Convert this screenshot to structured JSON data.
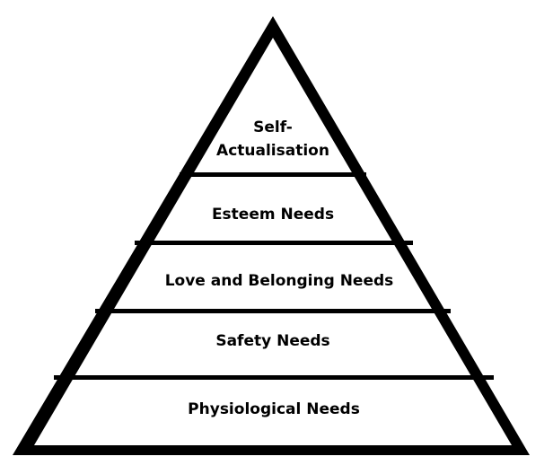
{
  "diagram": {
    "levels": [
      {
        "label_lines": [
          "Self-",
          "Actualisation"
        ]
      },
      {
        "label_lines": [
          "Esteem Needs"
        ]
      },
      {
        "label_lines": [
          "Love and Belonging Needs"
        ]
      },
      {
        "label_lines": [
          "Safety Needs"
        ]
      },
      {
        "label_lines": [
          "Physiological Needs"
        ]
      }
    ],
    "colors": {
      "outline": "#000000",
      "fill": "#ffffff",
      "text": "#000000"
    }
  }
}
